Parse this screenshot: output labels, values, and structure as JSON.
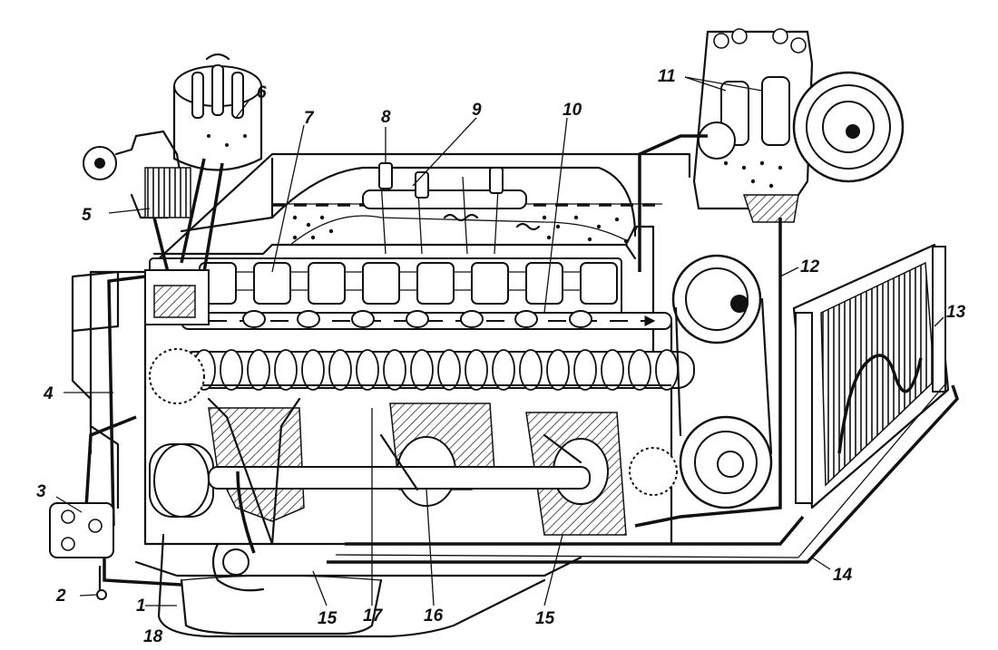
{
  "figure": {
    "callouts": [
      {
        "id": "c1",
        "text": "1"
      },
      {
        "id": "c2",
        "text": "2"
      },
      {
        "id": "c3",
        "text": "3"
      },
      {
        "id": "c4",
        "text": "4"
      },
      {
        "id": "c5",
        "text": "5"
      },
      {
        "id": "c6",
        "text": "6"
      },
      {
        "id": "c7",
        "text": "7"
      },
      {
        "id": "c8",
        "text": "8"
      },
      {
        "id": "c9",
        "text": "9"
      },
      {
        "id": "c10",
        "text": "10"
      },
      {
        "id": "c11",
        "text": "11"
      },
      {
        "id": "c12",
        "text": "12"
      },
      {
        "id": "c13",
        "text": "13"
      },
      {
        "id": "c14",
        "text": "14"
      },
      {
        "id": "c15a",
        "text": "15"
      },
      {
        "id": "c15b",
        "text": "15"
      },
      {
        "id": "c16",
        "text": "16"
      },
      {
        "id": "c17",
        "text": "17"
      },
      {
        "id": "c18",
        "text": "18"
      }
    ]
  }
}
